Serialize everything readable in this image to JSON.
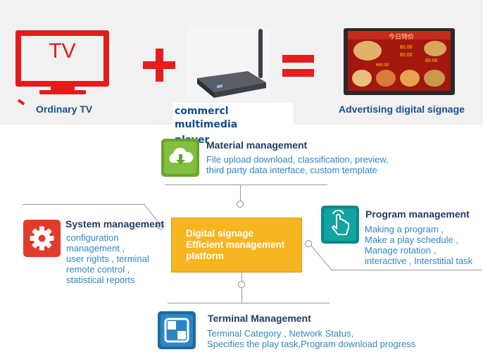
{
  "top": {
    "tv_text": "TV",
    "ordinary_tv_label": "Ordinary TV",
    "player_label_line1": "commercl multimedia",
    "player_label_line2": "player",
    "signage_label": "Advertising digital signage",
    "signage_screen_title": "今日特价",
    "signage_prices": [
      "80.00",
      "60.00",
      "80.00",
      "¥80.00"
    ]
  },
  "diagram": {
    "center": {
      "line1": "Digital signage",
      "line2": "Efficient management",
      "line3": "platform"
    },
    "material": {
      "title": "Material management",
      "desc1": "File upload download, classification, preview,",
      "desc2": "third party data interface, custom template"
    },
    "system": {
      "title": "System management",
      "desc1": "configuration",
      "desc2": "management ,",
      "desc3": "user rights , terminal",
      "desc4": "remote control ,",
      "desc5": "statistical reports"
    },
    "program": {
      "title": "Program management",
      "desc1": "Making a program ,",
      "desc2": "Make a play schedule ,",
      "desc3": "Manage rotation ,",
      "desc4": "interactive , Interstitial task"
    },
    "terminal": {
      "title": "Terminal Management",
      "desc1": "Terminal Category , Network Status,",
      "desc2": "Specifies the play task,Program download progress"
    }
  },
  "colors": {
    "accent_red": "#e21b1b",
    "center_orange": "#f7b522",
    "material_green": "#7fb93a",
    "system_red": "#e23b2c",
    "program_teal": "#0b8a8a",
    "terminal_blue": "#1e6aa0",
    "desc_blue": "#2f86c3"
  },
  "icons": [
    "tv-icon",
    "plus-icon",
    "equals-icon",
    "media-player-image",
    "digital-signage-monitor-image",
    "cloud-download-icon",
    "gear-icon",
    "touch-hand-icon",
    "window-panels-icon"
  ]
}
